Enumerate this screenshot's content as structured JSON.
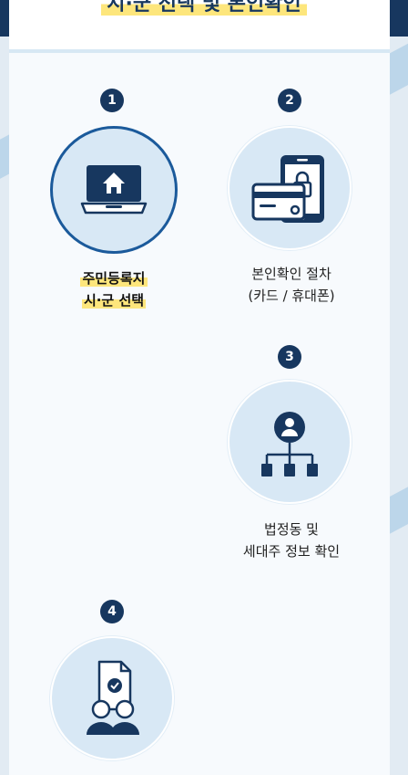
{
  "header": {
    "title": "시·군 선택 및 본인확인"
  },
  "steps": [
    {
      "number": "1",
      "icon": "laptop-home-icon",
      "line1": "주민등록지",
      "line2": "시·군 선택"
    },
    {
      "number": "2",
      "icon": "card-phone-lock-icon",
      "line1": "본인확인 절차",
      "line2": "(카드 / 휴대폰)"
    },
    {
      "number": "3",
      "icon": "user-hierarchy-icon",
      "line1": "법정동 및",
      "line2": "세대주 정보 확인"
    },
    {
      "number": "4",
      "icon": "document-users-icon"
    }
  ],
  "colors": {
    "navy": "#17375f",
    "highlight": "#fde67c",
    "circle_fill": "#d8e8f5",
    "active_border": "#1b5a9b"
  }
}
